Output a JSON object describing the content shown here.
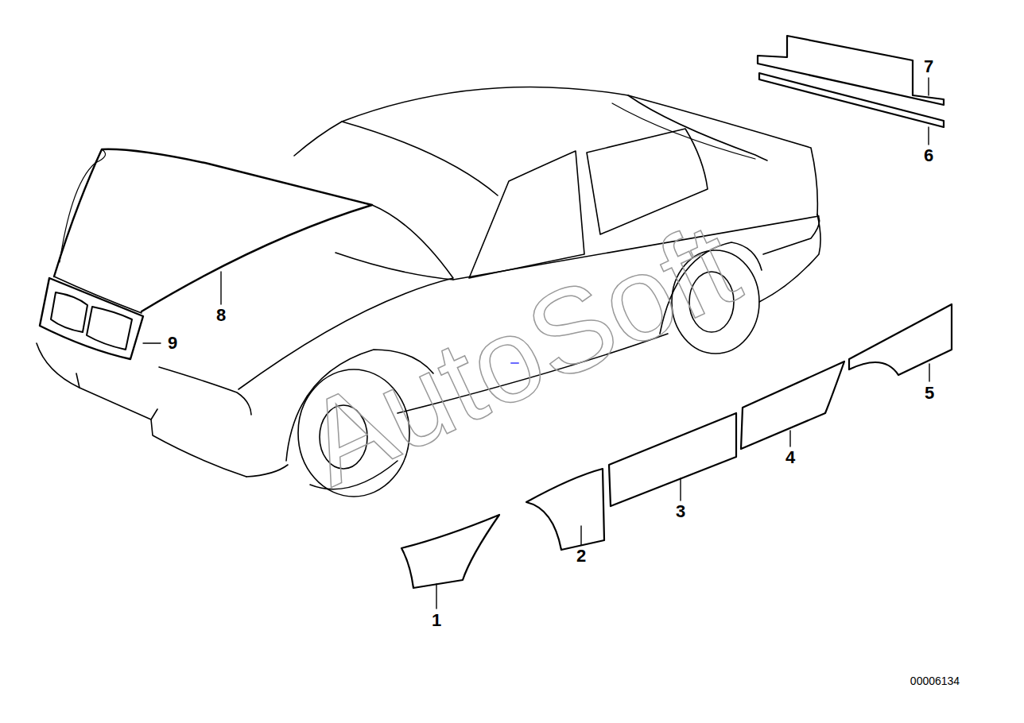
{
  "diagram": {
    "labels": [
      "7",
      "6",
      "8",
      "9",
      "5",
      "4",
      "3",
      "2",
      "1",
      "AutoSoft",
      "00006134"
    ]
  }
}
